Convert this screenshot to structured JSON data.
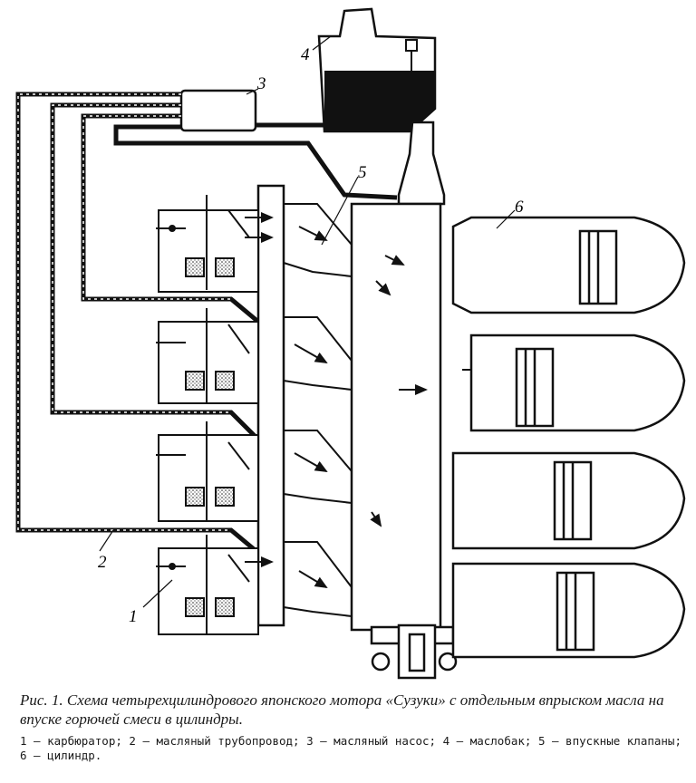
{
  "figure": {
    "callouts": [
      {
        "id": "carburetor",
        "text": "1"
      },
      {
        "id": "oil-line",
        "text": "2"
      },
      {
        "id": "oil-pump",
        "text": "3"
      },
      {
        "id": "oil-tank",
        "text": "4"
      },
      {
        "id": "intake-valves",
        "text": "5"
      },
      {
        "id": "cylinder",
        "text": "6"
      }
    ]
  },
  "caption": {
    "title": "Рис. 1. Схема четырехцилиндрового японского мотора «Сузуки» с отдельным впрыском масла на впуске горючей смеси в цилиндры.",
    "legend": "1 — карбюратор; 2 — масляный трубопровод; 3 — масляный насос; 4 — маслобак; 5 — впускные клапаны; 6 — цилиндр."
  }
}
